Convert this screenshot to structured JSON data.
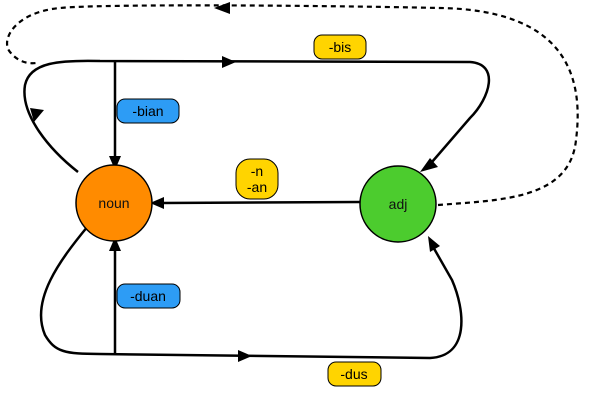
{
  "nodes": {
    "noun": {
      "label": "noun",
      "color": "#ff8b00"
    },
    "adj": {
      "label": "adj",
      "color": "#4ccc2e"
    }
  },
  "edge_labels": {
    "bis": {
      "text": "-bis",
      "color": "#ffd400"
    },
    "bian": {
      "text": "-bian",
      "color": "#2d9cf5"
    },
    "n_an_line1": {
      "text": "-n",
      "color": "#ffd400"
    },
    "n_an_line2": {
      "text": "-an"
    },
    "duan": {
      "text": "-duan",
      "color": "#2d9cf5"
    },
    "dus": {
      "text": "-dus",
      "color": "#ffd400"
    }
  }
}
